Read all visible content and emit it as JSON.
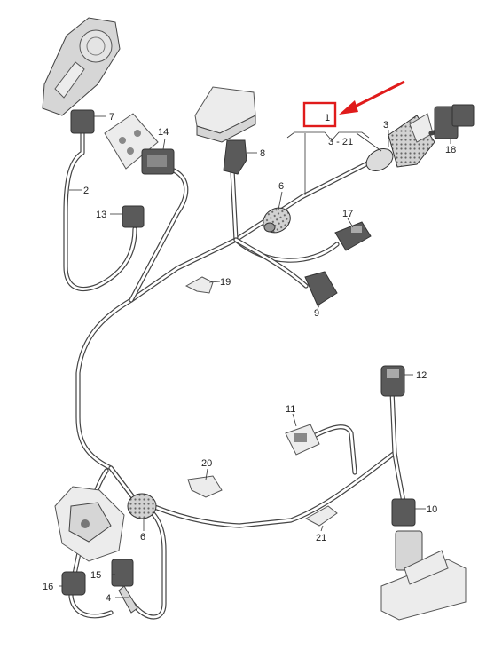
{
  "callouts": [
    {
      "id": "c1",
      "text": "1"
    },
    {
      "id": "c1r",
      "text": "3 - 21"
    },
    {
      "id": "c2",
      "text": "2"
    },
    {
      "id": "c3",
      "text": "3"
    },
    {
      "id": "c4",
      "text": "4"
    },
    {
      "id": "c6a",
      "text": "6"
    },
    {
      "id": "c6b",
      "text": "6"
    },
    {
      "id": "c7",
      "text": "7"
    },
    {
      "id": "c8",
      "text": "8"
    },
    {
      "id": "c9",
      "text": "9"
    },
    {
      "id": "c10",
      "text": "10"
    },
    {
      "id": "c11",
      "text": "11"
    },
    {
      "id": "c12",
      "text": "12"
    },
    {
      "id": "c13",
      "text": "13"
    },
    {
      "id": "c14",
      "text": "14"
    },
    {
      "id": "c15",
      "text": "15"
    },
    {
      "id": "c16",
      "text": "16"
    },
    {
      "id": "c17",
      "text": "17"
    },
    {
      "id": "c18",
      "text": "18"
    },
    {
      "id": "c19",
      "text": "19"
    },
    {
      "id": "c20",
      "text": "20"
    },
    {
      "id": "c21",
      "text": "21"
    }
  ],
  "highlight": {
    "color": "#e01b1b",
    "arrow_color": "#e01b1b"
  },
  "colors": {
    "wire": "#444444",
    "part": "#d6d6d6",
    "background": "#ffffff"
  }
}
